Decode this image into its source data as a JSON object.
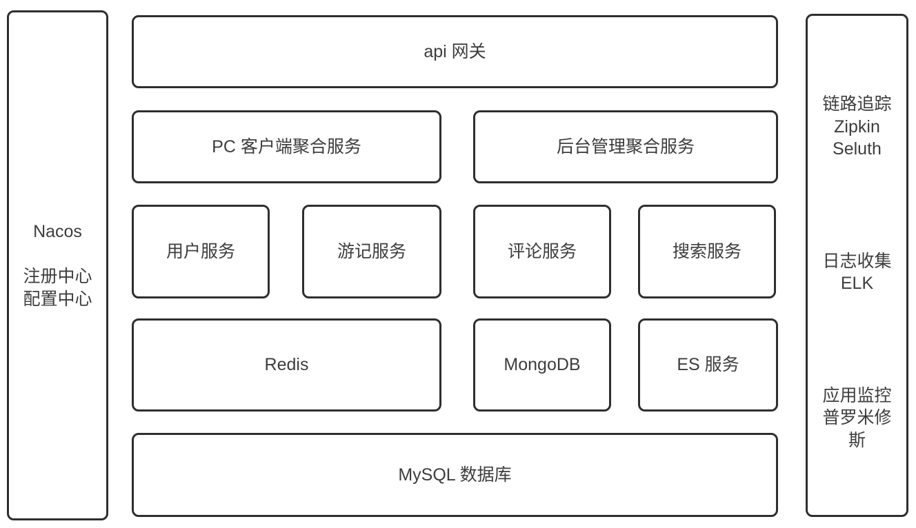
{
  "left_panel": {
    "title": "Nacos",
    "lines": [
      "注册中心",
      "配置中心"
    ]
  },
  "boxes": {
    "gateway": "api 网关",
    "pc_aggregation": "PC 客户端聚合服务",
    "admin_aggregation": "后台管理聚合服务",
    "user_service": "用户服务",
    "travel_service": "游记服务",
    "comment_service": "评论服务",
    "search_service": "搜索服务",
    "redis": "Redis",
    "mongodb": "MongoDB",
    "es_service": "ES 服务",
    "mysql": "MySQL 数据库"
  },
  "right_panel": {
    "tracing": [
      "链路追踪",
      "Zipkin",
      "Seluth"
    ],
    "logging": [
      "日志收集",
      "ELK"
    ],
    "monitoring": [
      "应用监控",
      "普罗米修斯"
    ]
  },
  "colors": {
    "border": "#2e2e2e",
    "text": "#3d3d3d",
    "background": "#ffffff"
  }
}
